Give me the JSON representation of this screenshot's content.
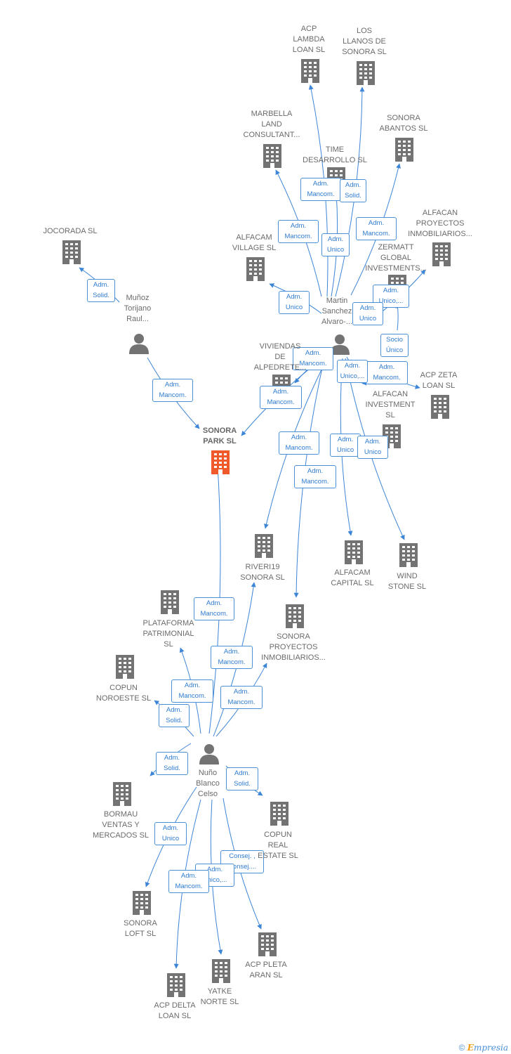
{
  "diagram": {
    "nodes": [
      {
        "id": "sonora_park",
        "type": "company",
        "label": "SONORA\nPARK  SL",
        "main": true
      },
      {
        "id": "munoz",
        "type": "person",
        "label": "Muñoz\nTorijano\nRaul..."
      },
      {
        "id": "martin",
        "type": "person",
        "label": "Martin\nSanchez\nAlvaro-..."
      },
      {
        "id": "nuno",
        "type": "person",
        "label": "Nuño\nBlanco\nCelso"
      },
      {
        "id": "jocorada",
        "type": "company",
        "label": "JOCORADA SL"
      },
      {
        "id": "acp_lambda",
        "type": "company",
        "label": "ACP\nLAMBDA\nLOAN  SL"
      },
      {
        "id": "llanos",
        "type": "company",
        "label": "LOS\nLLANOS DE\nSONORA  SL"
      },
      {
        "id": "marbella",
        "type": "company",
        "label": "MARBELLA\nLAND\nCONSULTANT..."
      },
      {
        "id": "time",
        "type": "company",
        "label": "TIME\nDESARROLLO SL"
      },
      {
        "id": "abantos",
        "type": "company",
        "label": "SONORA\nABANTOS  SL"
      },
      {
        "id": "alfacan_proy",
        "type": "company",
        "label": "ALFACAN\nPROYECTOS\nINMOBILIARIOS..."
      },
      {
        "id": "alfacam_village",
        "type": "company",
        "label": "ALFACAM\nVILLAGE  SL"
      },
      {
        "id": "zermatt",
        "type": "company",
        "label": "ZERMATT\nGLOBAL\nINVESTMENTS..."
      },
      {
        "id": "viviendas",
        "type": "company",
        "label": "VIVIENDAS\nDE\nALPEDRETE..."
      },
      {
        "id": "acp_zeta",
        "type": "company",
        "label": "ACP ZETA\nLOAN  SL"
      },
      {
        "id": "alfacan_inv",
        "type": "company",
        "label": "ALFACAN\nINVESTMENT\nSL"
      },
      {
        "id": "riveri",
        "type": "company",
        "label": "RIVERI19\nSONORA  SL"
      },
      {
        "id": "alfacam_cap",
        "type": "company",
        "label": "ALFACAM\nCAPITAL  SL"
      },
      {
        "id": "wind",
        "type": "company",
        "label": "WIND\nSTONE  SL"
      },
      {
        "id": "sonora_proy",
        "type": "company",
        "label": "SONORA\nPROYECTOS\nINMOBILIARIOS..."
      },
      {
        "id": "plataforma",
        "type": "company",
        "label": "PLATAFORMA\nPATRIMONIAL\nSL"
      },
      {
        "id": "copun_noroeste",
        "type": "company",
        "label": "COPUN\nNOROESTE  SL"
      },
      {
        "id": "bormau",
        "type": "company",
        "label": "BORMAU\nVENTAS Y\nMERCADOS SL"
      },
      {
        "id": "copun_real",
        "type": "company",
        "label": "COPUN\nREAL\nESTATE  SL"
      },
      {
        "id": "sonora_loft",
        "type": "company",
        "label": "SONORA\nLOFT  SL"
      },
      {
        "id": "acp_pleta",
        "type": "company",
        "label": "ACP PLETA\nARAN  SL"
      },
      {
        "id": "yatke",
        "type": "company",
        "label": "YATKE\nNORTE  SL"
      },
      {
        "id": "acp_delta",
        "type": "company",
        "label": "ACP DELTA\nLOAN  SL"
      }
    ],
    "edges": [
      {
        "from": "munoz",
        "to": "jocorada",
        "label": "Adm.\nSolid."
      },
      {
        "from": "munoz",
        "to": "sonora_park",
        "label": "Adm.\nMancom."
      },
      {
        "from": "martin",
        "to": "acp_lambda",
        "label": "Adm.\nMancom."
      },
      {
        "from": "martin",
        "to": "llanos",
        "label": "Adm.\nSolid."
      },
      {
        "from": "martin",
        "to": "marbella",
        "label": "Adm.\nMancom."
      },
      {
        "from": "martin",
        "to": "time",
        "label": "Adm.\nUnico"
      },
      {
        "from": "martin",
        "to": "abantos",
        "label": "Adm.\nMancom."
      },
      {
        "from": "martin",
        "to": "alfacan_proy",
        "label": "Adm.\nUnico,..."
      },
      {
        "from": "martin",
        "to": "alfacam_village",
        "label": "Adm.\nUnico"
      },
      {
        "from": "martin",
        "to": "zermatt",
        "label": "Adm.\nUnico"
      },
      {
        "from": "martin",
        "to": "zermatt",
        "label": "Socio\nÚnico"
      },
      {
        "from": "martin",
        "to": "viviendas",
        "label": "Adm.\nMancom."
      },
      {
        "from": "martin",
        "to": "sonora_park",
        "label": "Adm.\nMancom."
      },
      {
        "from": "martin",
        "to": "acp_zeta",
        "label": "Adm.\nMancom."
      },
      {
        "from": "martin",
        "to": "alfacan_inv",
        "label": "Adm.\nUnico,..."
      },
      {
        "from": "martin",
        "to": "riveri",
        "label": "Adm.\nMancom."
      },
      {
        "from": "martin",
        "to": "sonora_proy",
        "label": "Adm.\nMancom."
      },
      {
        "from": "martin",
        "to": "alfacam_cap",
        "label": "Adm.\nUnico"
      },
      {
        "from": "martin",
        "to": "wind",
        "label": "Adm.\nUnico"
      },
      {
        "from": "nuno",
        "to": "sonora_park",
        "label": "Adm.\nMancom."
      },
      {
        "from": "nuno",
        "to": "riveri",
        "label": "Adm.\nMancom."
      },
      {
        "from": "nuno",
        "to": "sonora_proy",
        "label": "Adm.\nMancom."
      },
      {
        "from": "nuno",
        "to": "plataforma",
        "label": "Adm.\nMancom."
      },
      {
        "from": "nuno",
        "to": "copun_noroeste",
        "label": "Adm.\nSolid."
      },
      {
        "from": "nuno",
        "to": "bormau",
        "label": "Adm.\nSolid."
      },
      {
        "from": "nuno",
        "to": "copun_real",
        "label": "Adm.\nSolid."
      },
      {
        "from": "nuno",
        "to": "sonora_loft",
        "label": "Adm.\nUnico"
      },
      {
        "from": "nuno",
        "to": "acp_pleta",
        "label": "Consej. ,\nConsej...."
      },
      {
        "from": "nuno",
        "to": "yatke",
        "label": "Adm.\nUnico,..."
      },
      {
        "from": "nuno",
        "to": "acp_delta",
        "label": "Adm.\nMancom."
      }
    ]
  },
  "colors": {
    "edge": "#3d85d6",
    "company_icon": "#737373",
    "main_company_icon": "#f0592a",
    "person_icon": "#737373",
    "label_text": "#6b6b6b",
    "edge_label_border": "#4a90d9",
    "edge_label_text": "#2e7bcf"
  },
  "footer": {
    "copyright": "©",
    "brand_first": "E",
    "brand_rest": "mpresia"
  }
}
